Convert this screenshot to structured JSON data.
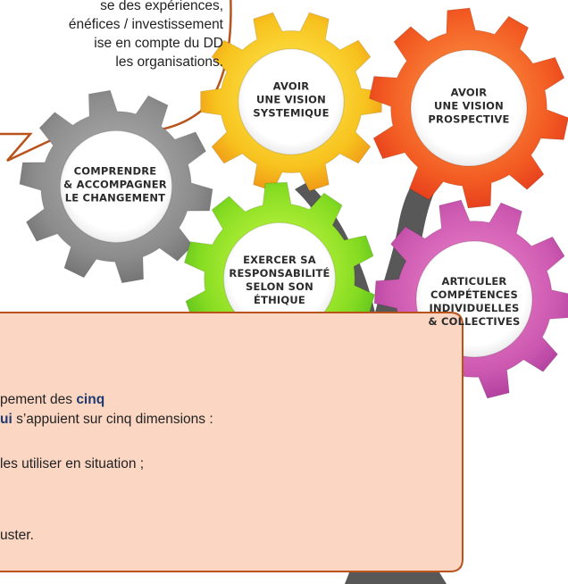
{
  "bubble": {
    "lines": [
      "se des expériences,",
      "énéfices / investissement",
      "ise en compte du DD",
      "les organisations."
    ]
  },
  "gears": {
    "systemique": {
      "lines": [
        "AVOIR",
        "UNE VISION",
        "SYSTEMIQUE"
      ],
      "color": "#f2a51c"
    },
    "prospective": {
      "lines": [
        "AVOIR",
        "UNE VISION",
        "PROSPECTIVE"
      ],
      "color": "#f2552a"
    },
    "changement": {
      "lines": [
        "COMPRENDRE",
        "& ACCOMPAGNER",
        "LE CHANGEMENT"
      ],
      "color": "#8a8a8a"
    },
    "ethique": {
      "lines": [
        "EXERCER SA",
        "RESPONSABILITÉ",
        "SELON SON",
        "ÉTHIQUE"
      ],
      "color": "#7ed321"
    },
    "competences": {
      "lines": [
        "ARTICULER",
        "COMPÉTENCES",
        "INDIVIDUELLES",
        "& COLLECTIVES"
      ],
      "color": "#c94fa6"
    }
  },
  "box": {
    "line1_pre": "pement des ",
    "line1_bold": "cinq",
    "line2_bold": "ui",
    "line2_post": " s’appuient sur cinq dimensions :",
    "line3": " les utiliser en situation ;",
    "line4": "uster.",
    "bg_color": "#fbd6c3",
    "border_color": "#b8531c"
  }
}
